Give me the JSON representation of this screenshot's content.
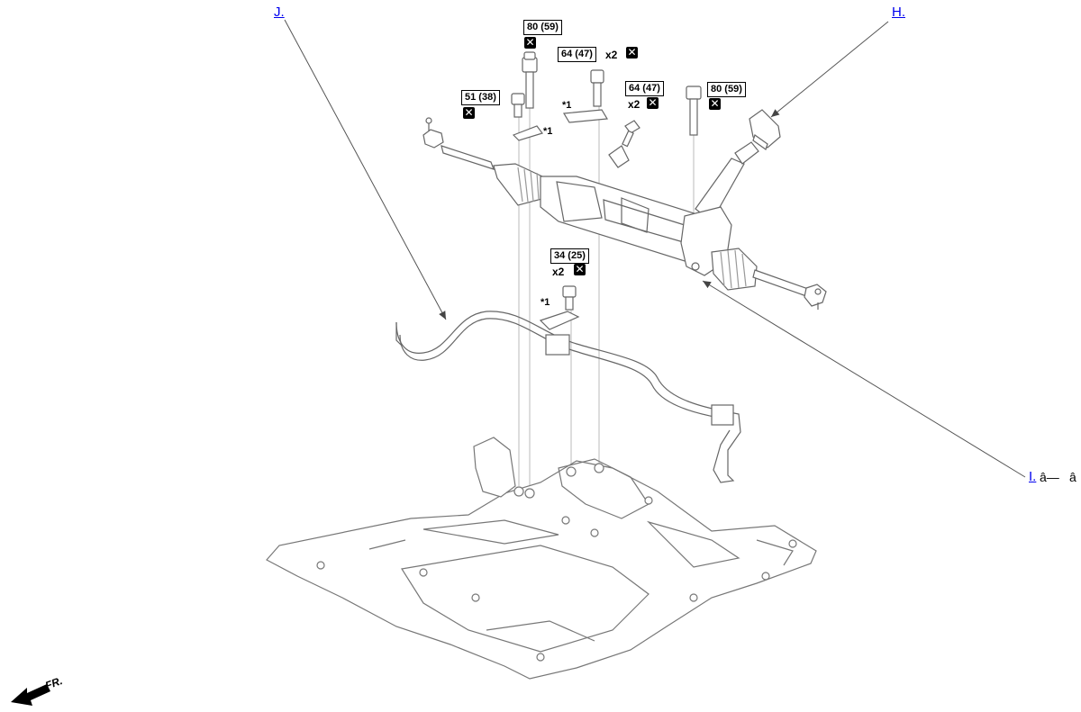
{
  "links": {
    "j": "J.",
    "h": "H.",
    "i": "I.",
    "i_suffix": "â—â"
  },
  "torques": {
    "t80_left": "80 (59)",
    "t64_top": "64 (47)",
    "t51": "51 (38)",
    "t64_right": "64 (47)",
    "t80_right": "80 (59)",
    "t34": "34 (25)"
  },
  "quantities": {
    "q64_top": "x2",
    "q64_right": "x2",
    "q34": "x2"
  },
  "notes": {
    "n_bracket_left": "*1",
    "n_bracket_mid": "*1",
    "n_bracket_low": "*1"
  },
  "icons": {
    "no_reuse": "✕"
  },
  "front_label": "FR."
}
